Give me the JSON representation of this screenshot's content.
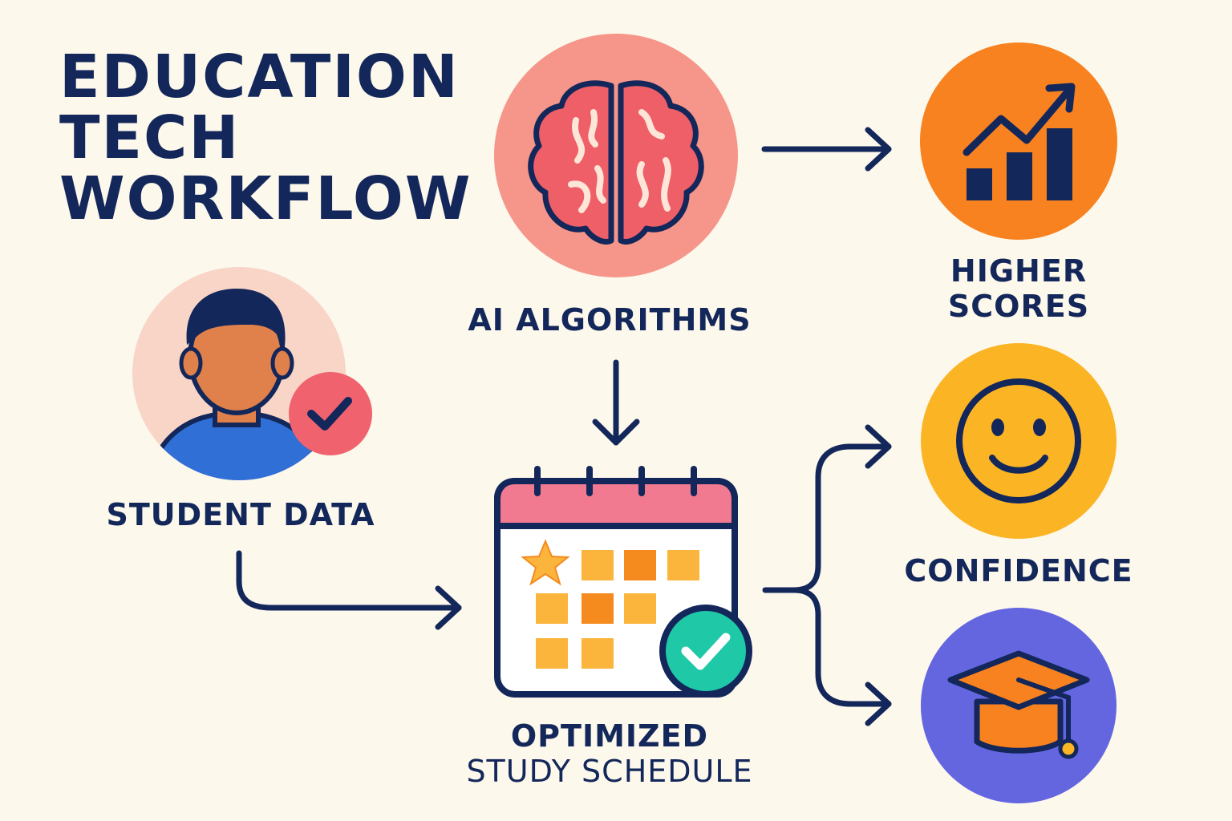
{
  "title": {
    "line1": "EDUCATION",
    "line2": "TECH",
    "line3": "WORKFLOW"
  },
  "nodes": {
    "student_data": {
      "label": "STUDENT DATA",
      "icon": "student-avatar-icon"
    },
    "ai_algorithms": {
      "label": "AI ALGORITHMS",
      "icon": "brain-icon"
    },
    "schedule": {
      "label_line1": "OPTIMIZED",
      "label_line2": "STUDY SCHEDULE",
      "icon": "calendar-icon"
    },
    "higher_scores": {
      "label_line1": "HIGHER",
      "label_line2": "SCORES",
      "icon": "rising-bar-chart-icon"
    },
    "confidence": {
      "label": "CONFIDENCE",
      "icon": "smiley-face-icon"
    },
    "graduation": {
      "label": "",
      "icon": "graduation-cap-icon"
    }
  },
  "colors": {
    "background": "#fdf8ec",
    "navy": "#13275a",
    "brain_circle": "#f6968a",
    "brain": "#ee5f68",
    "student_circle": "#f9d5c8",
    "skin": "#e0804a",
    "shirt": "#2f6fd6",
    "check_red": "#f0626e",
    "calendar_header": "#f27a90",
    "calendar_cell": "#fbb53c",
    "calendar_cell_dark": "#f58a1f",
    "check_teal": "#1fc8a7",
    "scores_circle": "#f7821f",
    "confidence_circle": "#fbb424",
    "graduation_circle": "#6466e0",
    "cap_orange": "#f7821f"
  }
}
